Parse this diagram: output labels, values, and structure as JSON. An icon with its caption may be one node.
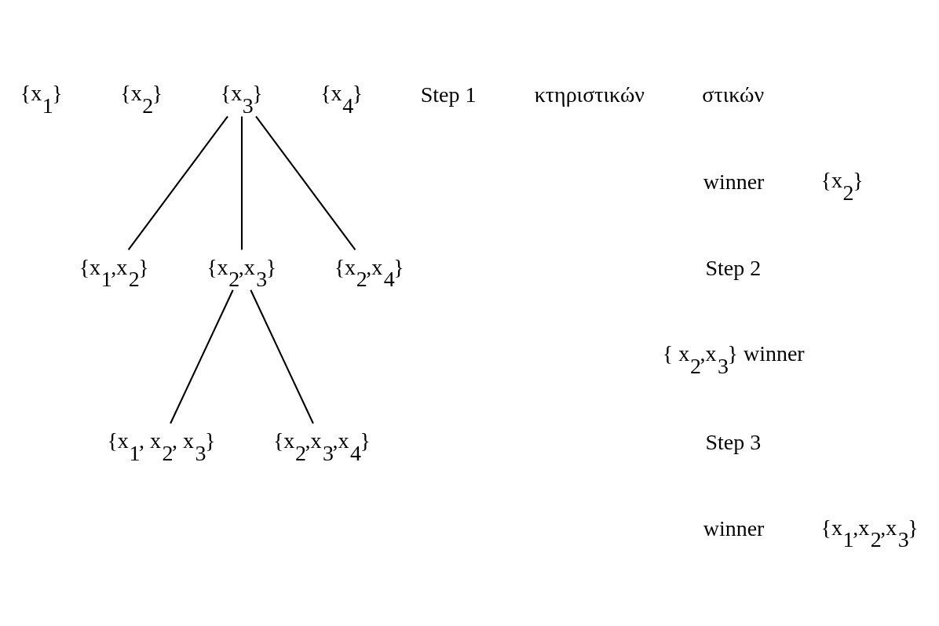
{
  "diagram": {
    "nodes": [
      {
        "text": [
          "{x$_{1}$}"
        ]
      },
      {
        "text": [
          "{x$_{2}$}"
        ]
      },
      {
        "text": [
          "{x$_{3}$}"
        ]
      },
      {
        "text": [
          "{x$_{4}$}"
        ]
      },
      {
        "text": [
          "{x$_{1}$,x$_{2}$}"
        ]
      },
      {
        "text": [
          "{x$_{2}$,x$_{3}$}"
        ]
      },
      {
        "text": [
          "{x$_{2}$,x$_{4}$}"
        ]
      },
      {
        "text": [
          "{x$_{1}$, x$_{2}$, x$_{3}$}"
        ]
      },
      {
        "text": [
          "{x$_{2}$,x$_{3}$,x$_{4}$}"
        ]
      }
    ],
    "edges": [
      {
        "from": 2,
        "to": 4,
        "arrow": "none"
      },
      {
        "from": 2,
        "to": 5,
        "arrow": "none"
      },
      {
        "from": 2,
        "to": 6,
        "arrow": "none"
      },
      {
        "from": 5,
        "to": 7,
        "arrow": "none"
      },
      {
        "from": 5,
        "to": 8,
        "arrow": "none"
      }
    ],
    "labels": [
      "Step 1",
      "κτηριστικών",
      "στικών",
      "{x$_{2}$}",
      "winner",
      "Step 2",
      "{ x$_{2}$,x$_{3}$} winner",
      "Step 3",
      "{x$_{1}$,x$_{2}$,x$_{3}$}",
      "winner"
    ]
  }
}
